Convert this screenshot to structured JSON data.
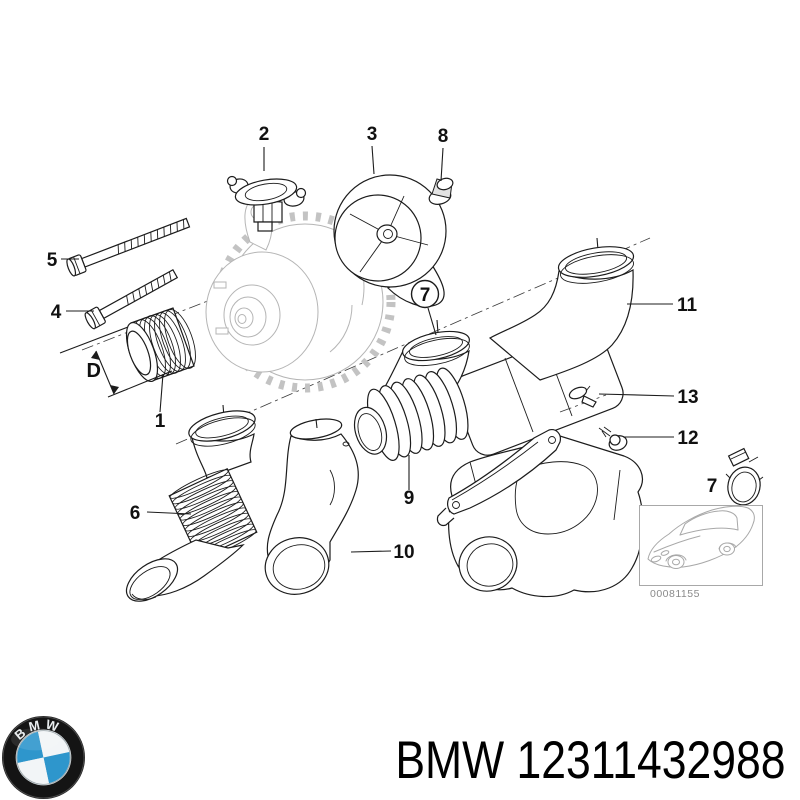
{
  "diagram": {
    "dimension_label": "D",
    "callouts": {
      "n1": "1",
      "n2": "2",
      "n3": "3",
      "n4": "4",
      "n5": "5",
      "n6": "6",
      "n7": "7",
      "n7b": "7",
      "n8": "8",
      "n9": "9",
      "n10": "10",
      "n11": "11",
      "n12": "12",
      "n13": "13"
    },
    "inset": {
      "image_number": "00081155"
    }
  },
  "footer": {
    "brand": "BMW",
    "part_number": "12311432988",
    "logo_letters": "BMW"
  },
  "colors": {
    "line": "#1c1c1c",
    "ghost": "#b5b5b5",
    "inset_line": "#a8a8a8",
    "logo_blue": "#2e96cc",
    "logo_dark": "#141414"
  }
}
